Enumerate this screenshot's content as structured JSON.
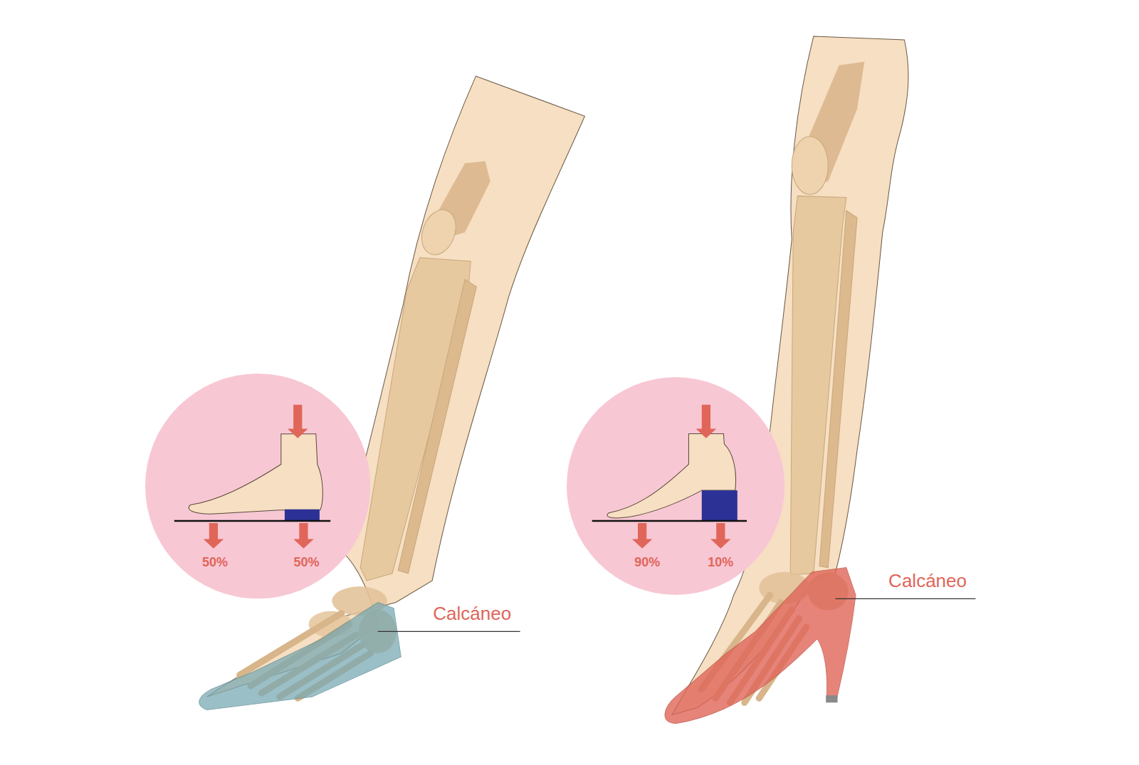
{
  "diagram": {
    "nodes": [
      {
        "text": [
          "50%",
          "50%"
        ]
      },
      {
        "text": [
          "90%",
          "10%"
        ]
      }
    ],
    "labels": [
      "Calcáneo",
      "Calcáneo"
    ]
  }
}
